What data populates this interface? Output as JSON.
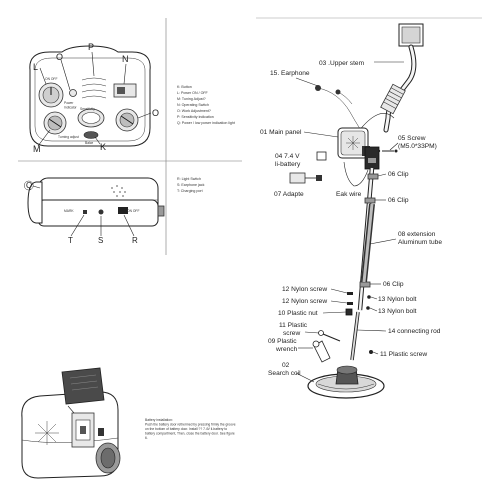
{
  "panel": {
    "letters": {
      "L": "L",
      "O_top": "O",
      "P": "P",
      "N": "N",
      "M": "M",
      "K": "K",
      "O_right": "O"
    },
    "texts": {
      "on_off": "ON  OFF",
      "power_indicator": "Power\nIndicator",
      "turning_adjust": "Turning adjust",
      "sensitivity": "Sensitivity",
      "balance": "Balce"
    },
    "legend": [
      "K: Button",
      "L: Power ON / OFF",
      "M: Tuning Adjust?",
      "N: Operating Switch",
      "O: Work Adjustment?",
      "P: Sensitivity indication",
      "Q: Power / low power indication light"
    ]
  },
  "battery_box": {
    "letters": {
      "Q": "Q",
      "T": "T",
      "S": "S",
      "R": "R"
    },
    "texts": {
      "mark_strip": "MARK",
      "on_off": "ON OFF"
    },
    "legend": [
      "R: Light Switch",
      "S: Earphone jack",
      "T: Charging port"
    ]
  },
  "installation": {
    "text": "Battery installation:\nPush the battery door rethermed by pressing firmly the groove on the bottom of battery door. Install ?? 7.4V li-battery to battery compartment, Then, close the battery door. See figure 6."
  },
  "labels": {
    "upper_stem": "03 .Upper stem",
    "earphone": "15. Earphone",
    "main_panel": "01 Main panel",
    "screw_05": "05 Screw",
    "screw_05_spec": "(M5.0*33PM)",
    "battery": "04  7.4 V",
    "battery_2": "li-battery",
    "clip_top": "06 Clip",
    "adapter": "07 Adapte",
    "eak_wire": "Eak wire",
    "clip_mid": "06 Clip",
    "extension": "08 extension",
    "extension_2": "Aluminum tube",
    "clip_low": "06 Clip",
    "nylon_screw_1": "12 Nylon screw",
    "nylon_screw_2": "12 Nylon screw",
    "nylon_bolt_1": "13 Nylon bolt",
    "nylon_bolt_2": "13 Nylon bolt",
    "plastic_nut": "10 Plastic nut",
    "plastic_screw_a": "11 Plastic",
    "plastic_screw_b": "screw",
    "connecting_rod": "14 connecting rod",
    "wrench_a": "09  Plastic",
    "wrench_b": "wrench",
    "plastic_screw_r": "11 Plastic screw",
    "search_coil_num": "02",
    "search_coil": "Search coil"
  }
}
